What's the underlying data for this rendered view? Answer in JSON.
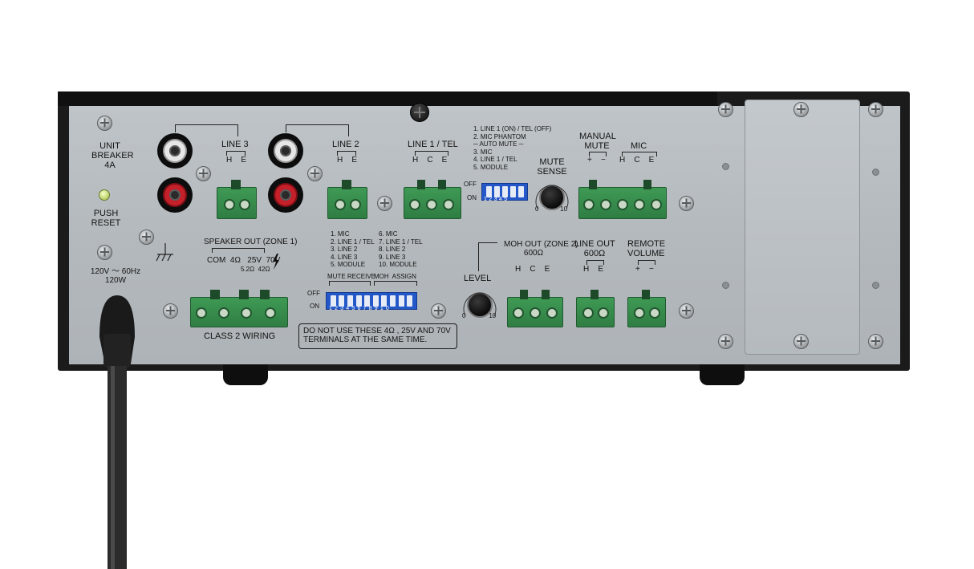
{
  "labels": {
    "unit_breaker": "UNIT\nBREAKER\n4A",
    "push_reset": "PUSH\nRESET",
    "power": "120V ～ 60Hz\n120W",
    "line3": "LINE 3",
    "line3_he": "H    E",
    "line2": "LINE 2",
    "line2_he": "H    E",
    "line1_tel": "LINE 1 / TEL",
    "line1_hce": "H    C    E",
    "dip1_legend": "1. LINE 1 (ON) / TEL (OFF)\n2. MIC PHANTOM\n─ AUTO MUTE ─\n3. MIC\n4. LINE 1 / TEL\n5. MODULE",
    "dip1_off": "OFF",
    "dip1_on": "ON",
    "dip1_nums": "12345",
    "mute_sense": "MUTE\nSENSE",
    "mute_sense_scale": "0            10",
    "manual_mute": "MANUAL\nMUTE",
    "manual_mute_pm": "+    −",
    "mic": "MIC",
    "mic_hce": "H    C    E",
    "speaker_out": "SPEAKER OUT (ZONE 1)",
    "speaker_out_taps": "COM  4Ω   25V  70V",
    "speaker_out_imp": "5.2Ω  42Ω",
    "class2": "CLASS 2 WIRING",
    "mute_receive_legend": "1. MIC\n2. LINE 1 / TEL\n3. LINE 2\n4. LINE 3\n5. MODULE",
    "moh_assign_legend": "6. MIC\n7. LINE 1 / TEL\n8. LINE 2\n9. LINE 3\n10. MODULE",
    "mute_receive": "MUTE RECEIVE",
    "moh_assign": "MOH  ASSIGN",
    "dip2_off": "OFF",
    "dip2_on": "ON",
    "dip2_nums": "12345678910",
    "notice": "DO NOT USE THESE 4Ω , 25V AND 70V\nTERMINALS AT THE SAME TIME.",
    "level": "LEVEL",
    "level_scale": "0             10",
    "moh_out": "MOH OUT (ZONE 2)\n600Ω",
    "moh_hce": "H    C    E",
    "line_out": "LINE OUT\n600Ω",
    "line_out_he": "H    E",
    "remote_volume": "REMOTE\nVOLUME",
    "remote_pm": "+    −"
  }
}
